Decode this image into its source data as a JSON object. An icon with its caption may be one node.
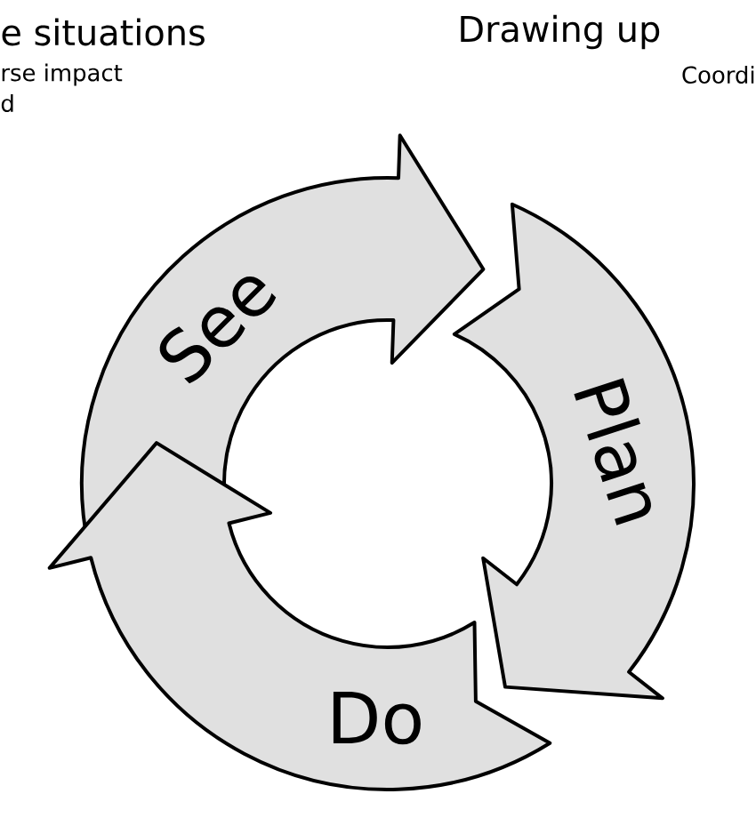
{
  "diagram": {
    "nodes": [
      {
        "text": [
          "See"
        ]
      },
      {
        "text": [
          "Plan"
        ]
      },
      {
        "text": [
          "Do"
        ]
      }
    ],
    "labels": [
      "e situations",
      "rse impact",
      "d",
      "Drawing up",
      "Coordi"
    ]
  }
}
